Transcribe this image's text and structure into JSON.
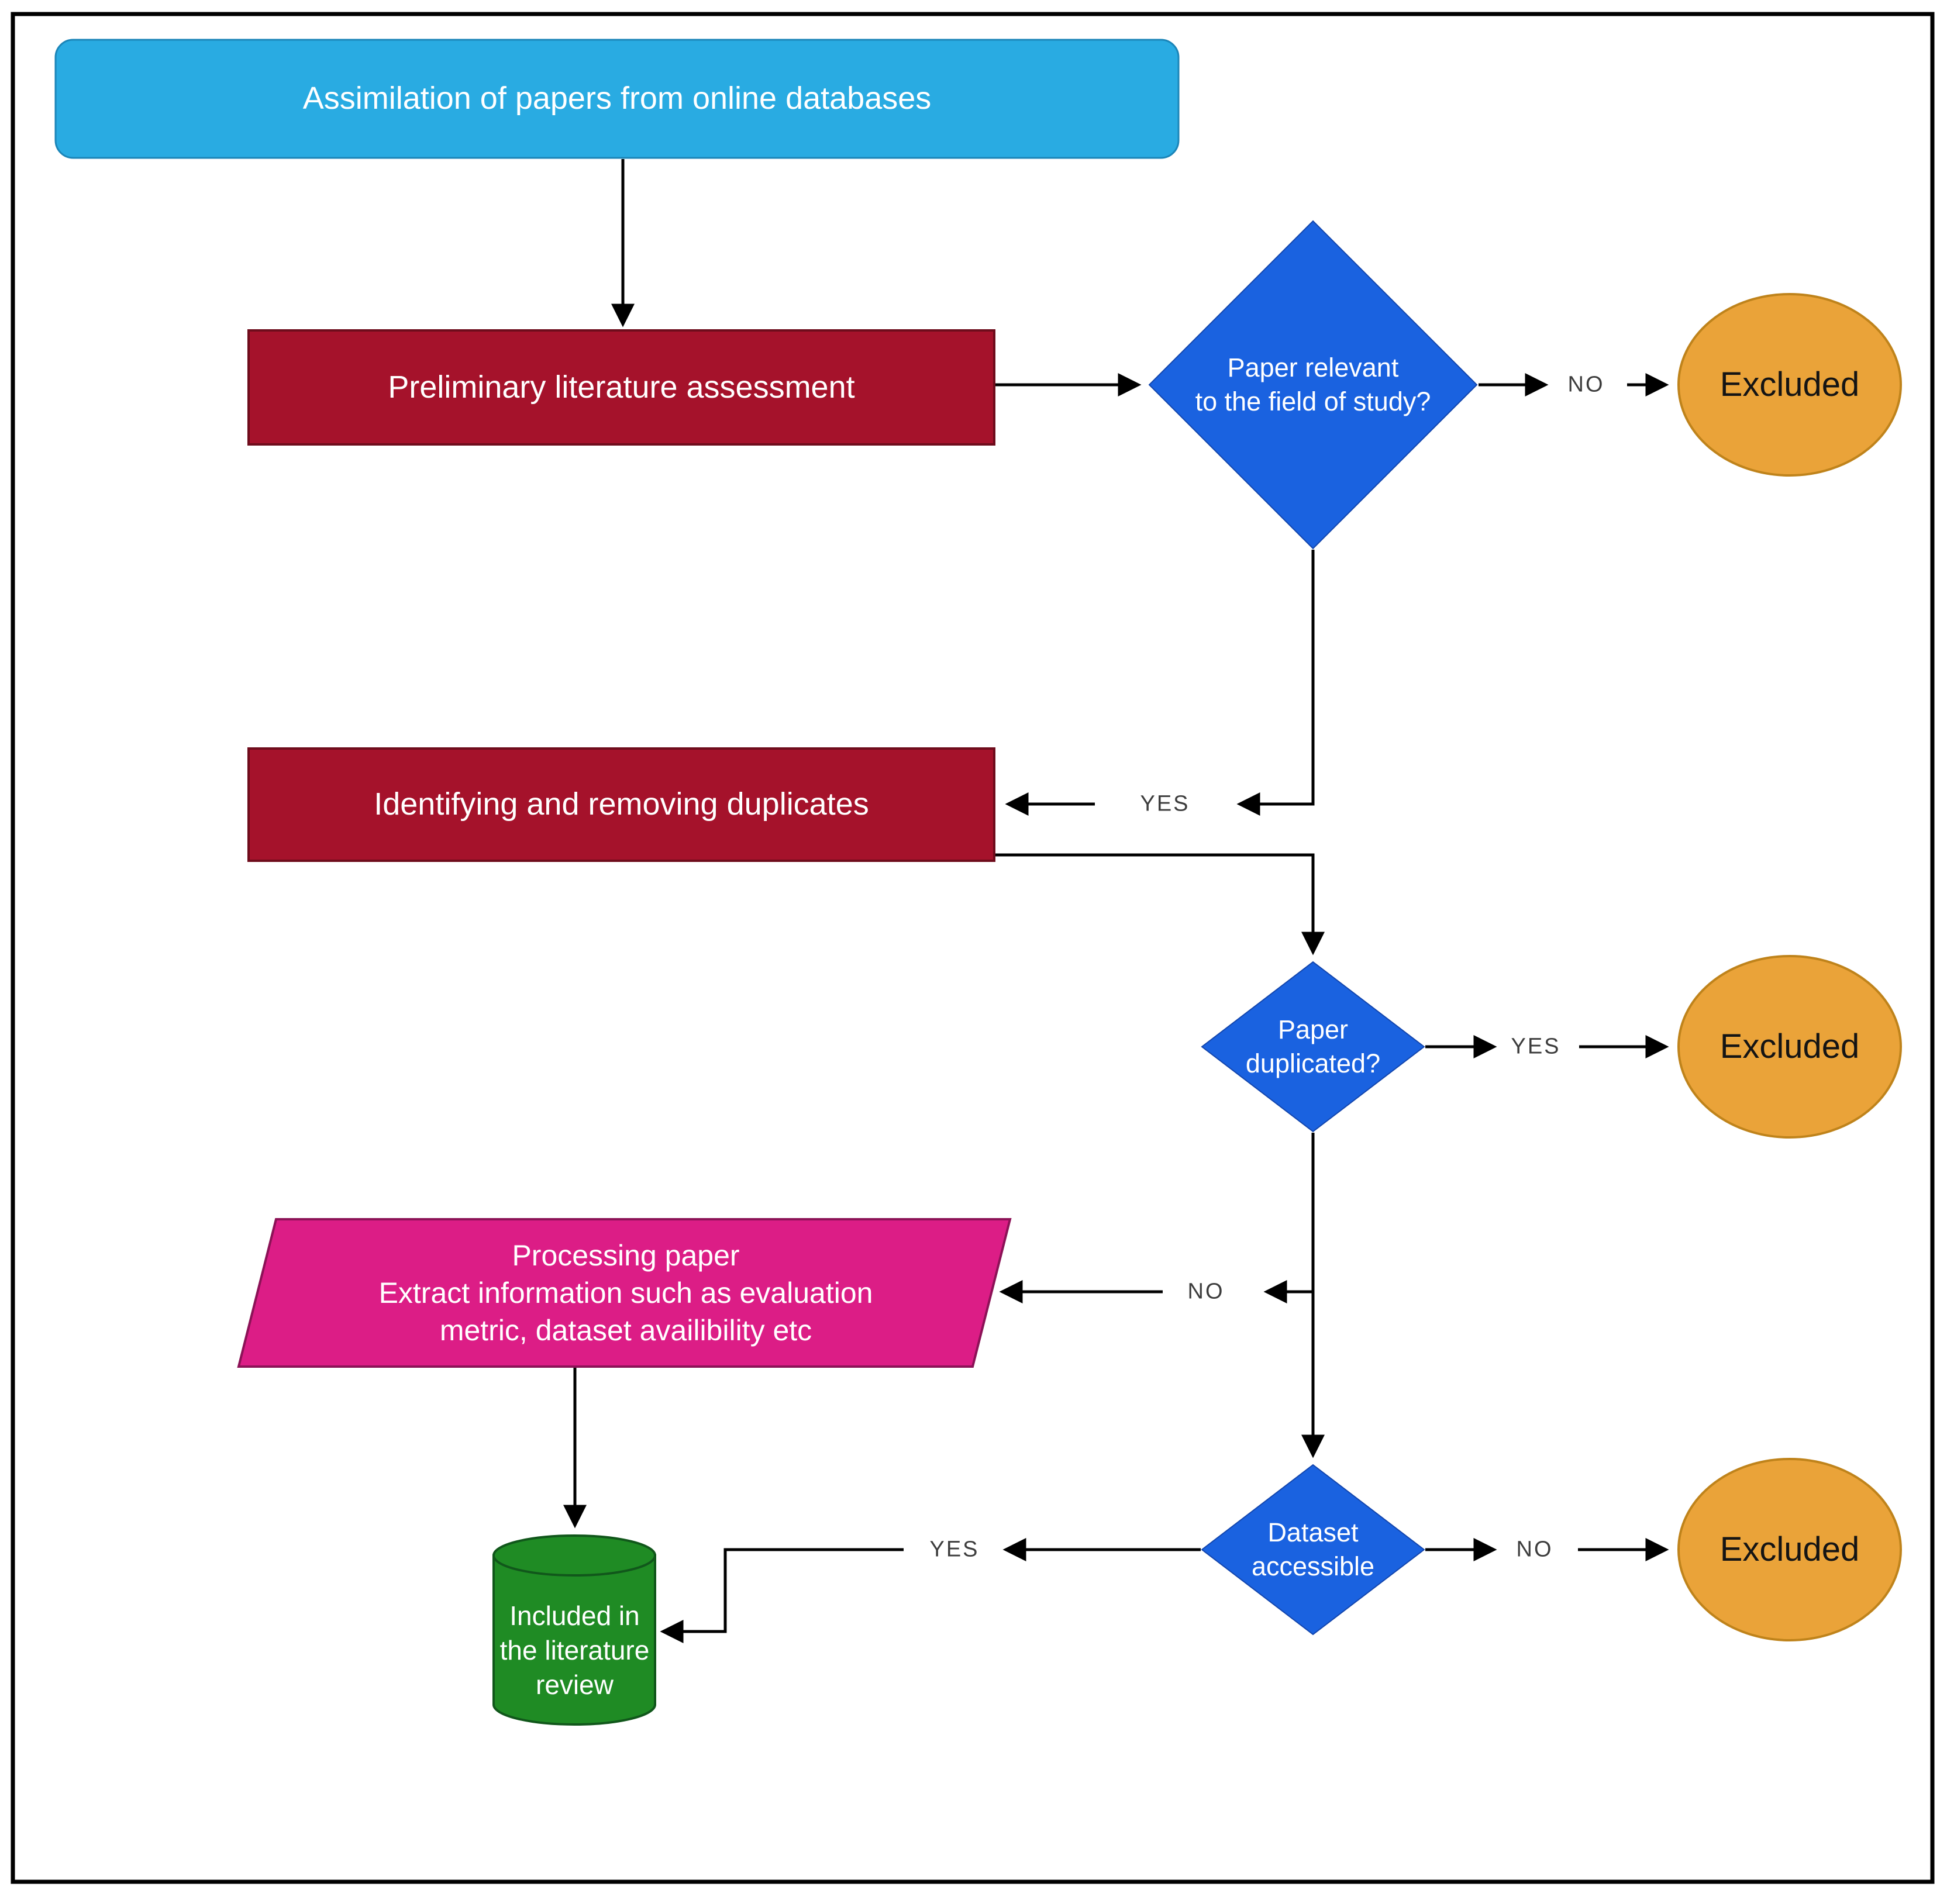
{
  "nodes": {
    "assimilation": {
      "label": "Assimilation of papers from online databases",
      "shape": "rounded-rectangle",
      "color": "#29ABE2"
    },
    "preliminary": {
      "label": "Preliminary literature assessment",
      "shape": "rectangle",
      "color": "#A5122B"
    },
    "relevant": {
      "label": "Paper relevant\nto the field of study?",
      "shape": "diamond",
      "color": "#1A62E0"
    },
    "excluded1": {
      "label": "Excluded",
      "shape": "ellipse",
      "color": "#EAA339"
    },
    "duplicates": {
      "label": "Identifying and removing duplicates",
      "shape": "rectangle",
      "color": "#A5122B"
    },
    "duplicated": {
      "label": "Paper\nduplicated?",
      "shape": "diamond",
      "color": "#1A62E0"
    },
    "excluded2": {
      "label": "Excluded",
      "shape": "ellipse",
      "color": "#EAA339"
    },
    "processing": {
      "label": "Processing paper\nExtract information such as evaluation\nmetric, dataset availibility etc",
      "shape": "parallelogram",
      "color": "#DC1D86"
    },
    "accessible": {
      "label": "Dataset\naccessible",
      "shape": "diamond",
      "color": "#1A62E0"
    },
    "excluded3": {
      "label": "Excluded",
      "shape": "ellipse",
      "color": "#EAA339"
    },
    "included": {
      "label": "Included in\nthe literature\nreview",
      "shape": "cylinder",
      "color": "#1F8B24"
    }
  },
  "edge_labels": {
    "relevant_no": "NO",
    "relevant_yes": "YES",
    "duplicated_yes": "YES",
    "duplicated_no": "NO",
    "accessible_no": "NO",
    "accessible_yes": "YES"
  },
  "colors": {
    "background": "#ffffff",
    "frame_border": "#000000",
    "connector_line": "#000000",
    "node_text": "#ffffff",
    "excluded_text": "#141414",
    "edge_label_text": "#3d3d3d"
  }
}
